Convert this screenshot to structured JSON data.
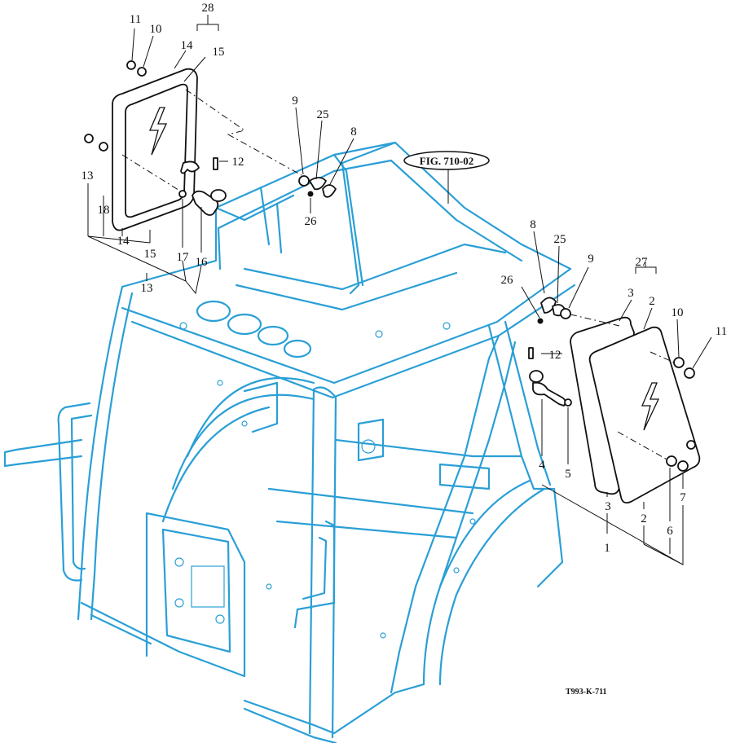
{
  "figure": {
    "code": "T993-K-711",
    "reference": "FIG. 710-02"
  },
  "colors": {
    "cab_line": "#2a9fd6",
    "part_line": "#111111",
    "background": "#ffffff"
  },
  "callouts": {
    "left_window": [
      "11",
      "10",
      "28",
      "14",
      "15",
      "9",
      "25",
      "8",
      "12",
      "13",
      "18",
      "14",
      "15",
      "17",
      "16",
      "13",
      "26"
    ],
    "right_window": [
      "8",
      "25",
      "9",
      "27",
      "26",
      "3",
      "2",
      "10",
      "11",
      "12",
      "4",
      "5",
      "3",
      "2",
      "6",
      "7",
      "1"
    ]
  }
}
